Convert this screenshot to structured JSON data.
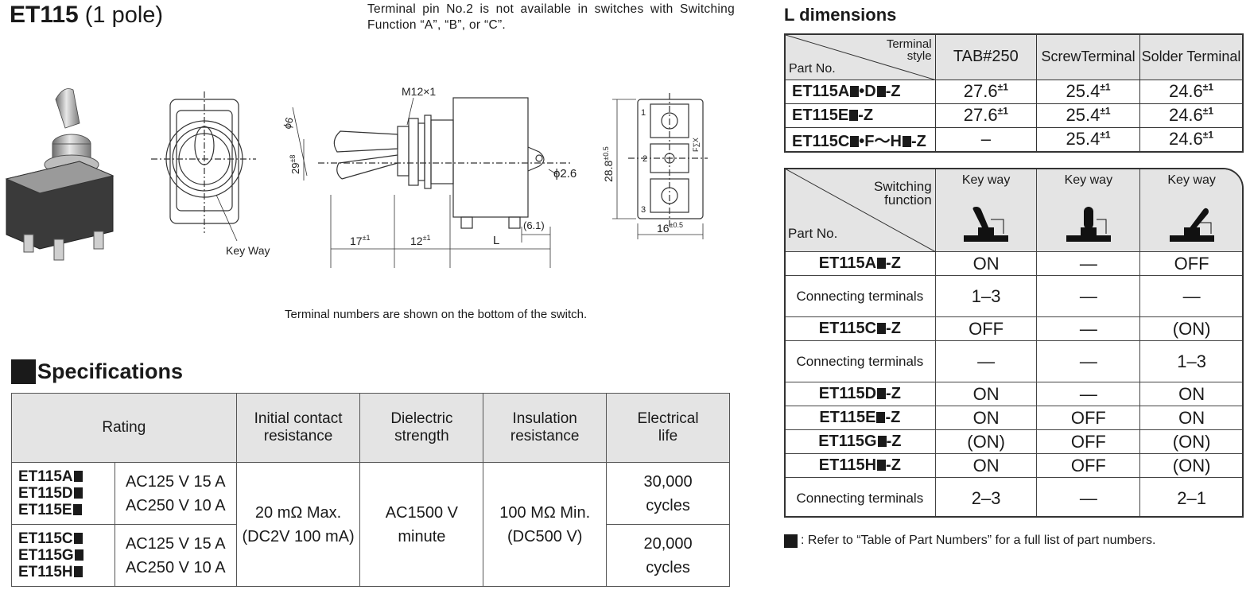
{
  "title": {
    "model": "ET115",
    "pole": "(1 pole)"
  },
  "notes": {
    "pin": "Terminal pin No.2 is not available in switches with Switching Function “A”, “B”, or “C”.",
    "terminal_numbers": "Terminal numbers are shown on the bottom of the switch."
  },
  "drawing_labels": {
    "key_way": "Key Way",
    "thread": "M12×1",
    "diameter_6": "ϕ6",
    "diameter_26": "ϕ2.6",
    "dim_29": "29",
    "dim_29_tol": "±8",
    "dim_17": "17",
    "dim_17_tol": "±1",
    "dim_12": "12",
    "dim_12_tol": "±1",
    "dim_L": "L",
    "dim_61": "(6.1)",
    "dim_288": "28.8",
    "dim_288_tol": "±0.5",
    "dim_16": "16",
    "dim_16_tol": "±0.5",
    "term1": "1",
    "term2": "2",
    "term3": "3",
    "side_mark": "F∑X"
  },
  "specifications": {
    "heading": "Specifications",
    "headers": {
      "rating": "Rating",
      "contact_1": "Initial contact",
      "contact_2": "resistance",
      "dielectric_1": "Dielectric",
      "dielectric_2": "strength",
      "insulation_1": "Insulation",
      "insulation_2": "resistance",
      "life_1": "Electrical",
      "life_2": "life"
    },
    "group1": {
      "p1": "ET115A",
      "p2": "ET115D",
      "p3": "ET115E",
      "r1": "AC125 V 15 A",
      "r2": "AC250 V 10 A",
      "life_1": "30,000",
      "life_2": "cycles"
    },
    "group2": {
      "p1": "ET115C",
      "p2": "ET115G",
      "p3": "ET115H",
      "r1": "AC125 V 15 A",
      "r2": "AC250 V 10 A",
      "life_1": "20,000",
      "life_2": "cycles"
    },
    "contact_1": "20 mΩ Max.",
    "contact_2": "(DC2V 100 mA)",
    "dielectric_1": "AC1500 V",
    "dielectric_2": "minute",
    "insulation_1": "100 MΩ Min.",
    "insulation_2": "(DC500 V)"
  },
  "l_dimensions": {
    "heading": "L dimensions",
    "corner_top_1": "Terminal",
    "corner_top_2": "style",
    "corner_bottom": "Part No.",
    "columns": [
      "TAB#250",
      "ScrewTerminal",
      "Solder Terminal"
    ],
    "tolerance": "±1",
    "rows": [
      {
        "a": "ET115A",
        "b": "•D",
        "c": "-Z",
        "values": [
          "27.6",
          "25.4",
          "24.6"
        ]
      },
      {
        "a": "ET115E",
        "b": "",
        "c": "-Z",
        "values": [
          "27.6",
          "25.4",
          "24.6"
        ]
      },
      {
        "a": "ET115C",
        "b": "•F〜H",
        "c": "-Z",
        "values": [
          "–",
          "25.4",
          "24.6"
        ]
      }
    ]
  },
  "switching": {
    "corner_top_1": "Switching",
    "corner_top_2": "function",
    "corner_bottom": "Part No.",
    "key_way": "Key way",
    "part_suffix": "-Z",
    "conn_label": "Connecting terminals",
    "rows": {
      "a": {
        "part": "ET115A",
        "cells": [
          "ON",
          "—",
          "OFF"
        ]
      },
      "a_c": {
        "cells": [
          "1–3",
          "—",
          "—"
        ]
      },
      "c": {
        "part": "ET115C",
        "cells": [
          "OFF",
          "—",
          "(ON)"
        ]
      },
      "c_c": {
        "cells": [
          "—",
          "—",
          "1–3"
        ]
      },
      "d": {
        "part": "ET115D",
        "cells": [
          "ON",
          "—",
          "ON"
        ]
      },
      "e": {
        "part": "ET115E",
        "cells": [
          "ON",
          "OFF",
          "ON"
        ]
      },
      "g": {
        "part": "ET115G",
        "cells": [
          "(ON)",
          "OFF",
          "(ON)"
        ]
      },
      "h": {
        "part": "ET115H",
        "cells": [
          "ON",
          "OFF",
          "(ON)"
        ]
      },
      "h_c": {
        "cells": [
          "2–3",
          "—",
          "2–1"
        ]
      }
    }
  },
  "footnote": ": Refer to “Table of Part Numbers” for a full list of part numbers."
}
